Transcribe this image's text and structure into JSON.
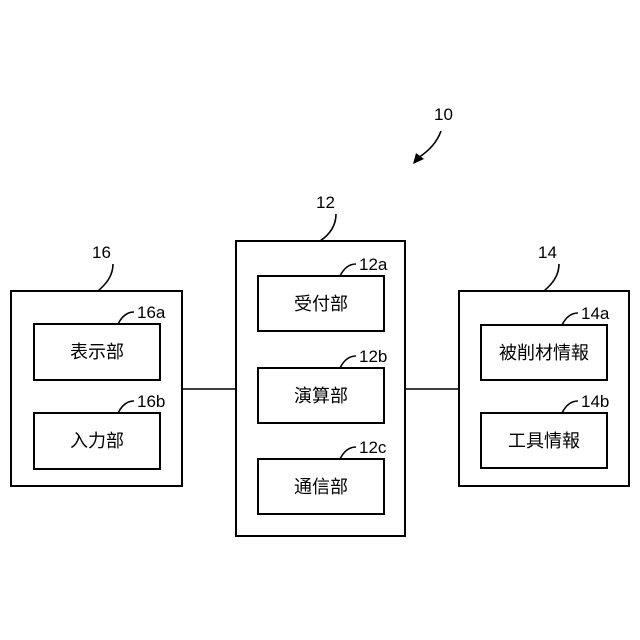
{
  "system": {
    "ref": "10"
  },
  "left": {
    "ref": "16",
    "items": [
      {
        "ref": "16a",
        "label": "表示部"
      },
      {
        "ref": "16b",
        "label": "入力部"
      }
    ]
  },
  "center": {
    "ref": "12",
    "items": [
      {
        "ref": "12a",
        "label": "受付部"
      },
      {
        "ref": "12b",
        "label": "演算部"
      },
      {
        "ref": "12c",
        "label": "通信部"
      }
    ]
  },
  "right": {
    "ref": "14",
    "items": [
      {
        "ref": "14a",
        "label": "被削材情報"
      },
      {
        "ref": "14b",
        "label": "工具情報"
      }
    ]
  }
}
